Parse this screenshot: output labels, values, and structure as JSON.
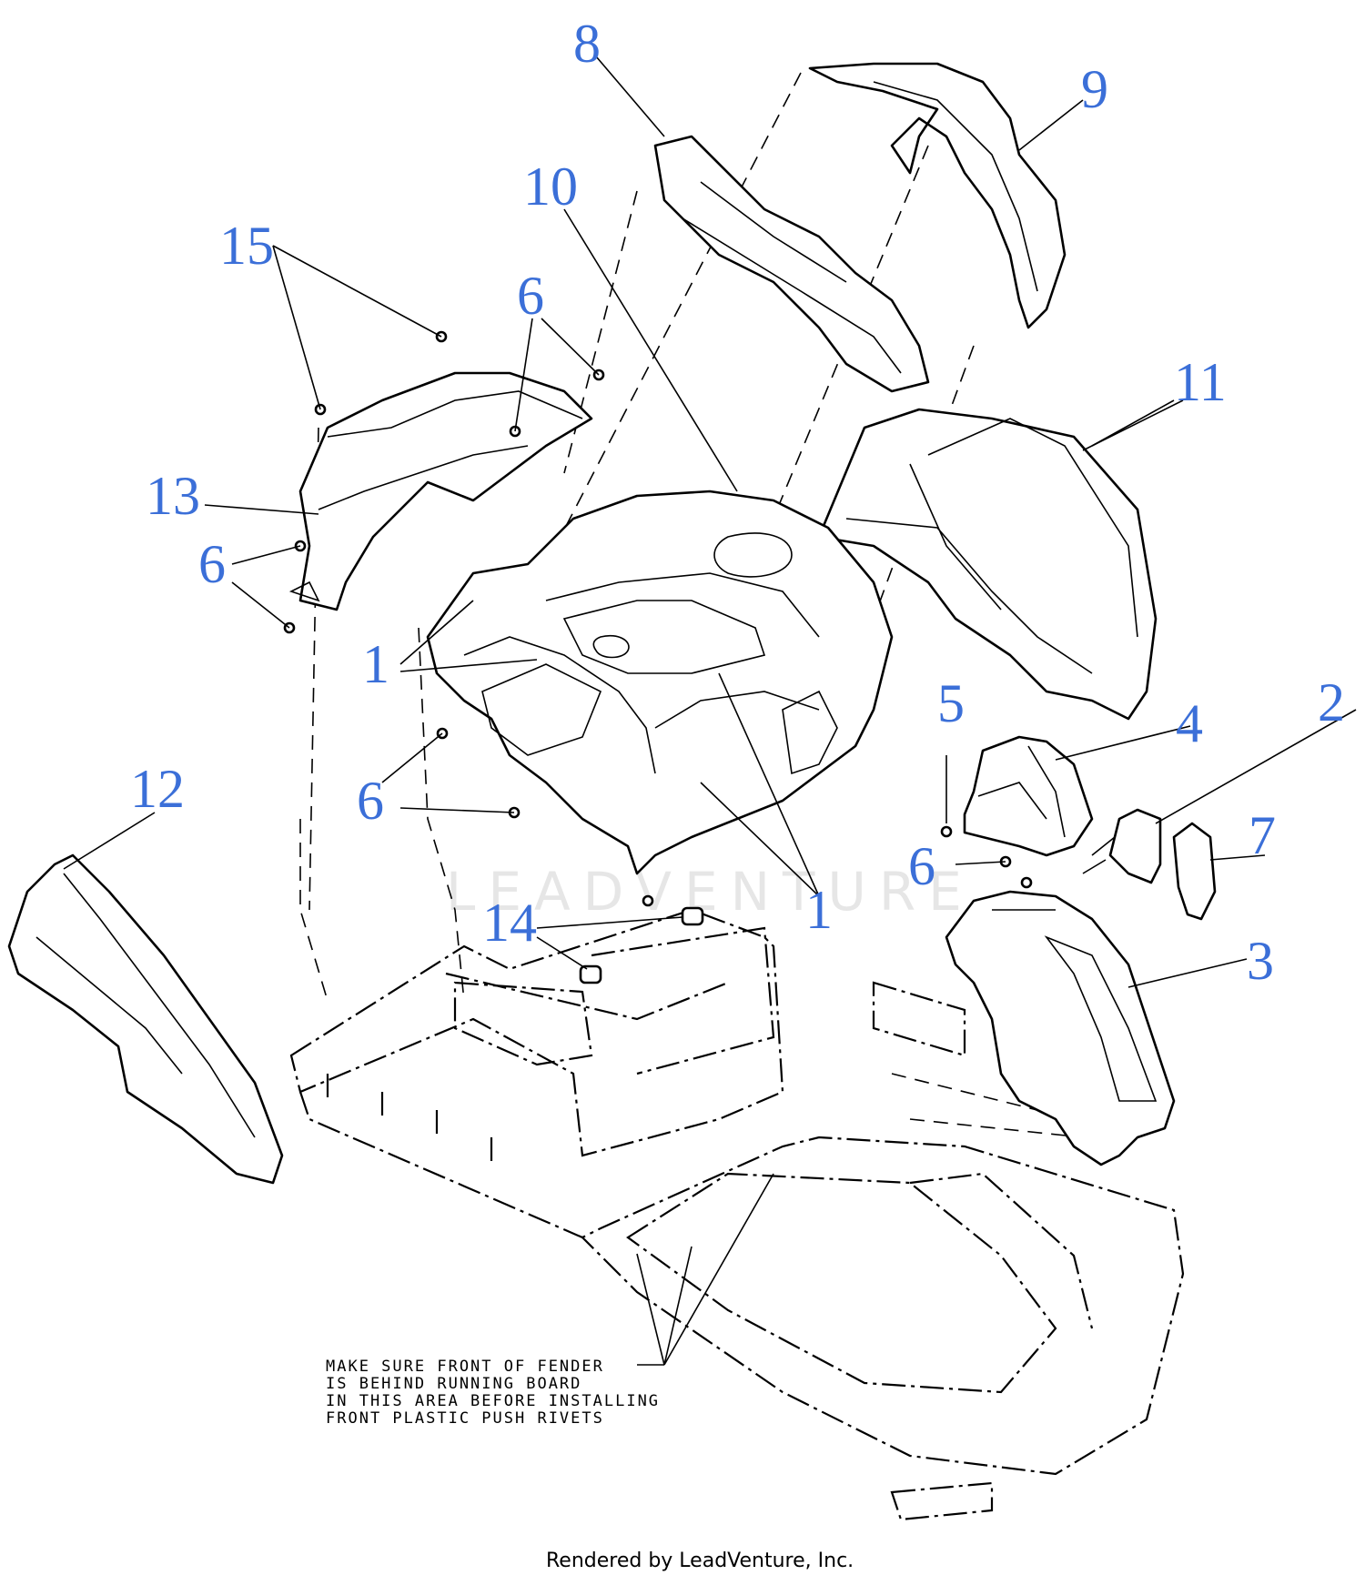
{
  "callouts": {
    "c1a": "1",
    "c1b": "1",
    "c2": "2",
    "c3": "3",
    "c4": "4",
    "c5": "5",
    "c6a": "6",
    "c6b": "6",
    "c6c": "6",
    "c6d": "6",
    "c7": "7",
    "c8": "8",
    "c9": "9",
    "c10": "10",
    "c11": "11",
    "c12": "12",
    "c13": "13",
    "c14": "14",
    "c15": "15"
  },
  "note": {
    "line1": "MAKE SURE FRONT OF FENDER",
    "line2": "IS BEHIND RUNNING BOARD",
    "line3": "IN THIS AREA BEFORE INSTALLING",
    "line4": "FRONT PLASTIC PUSH RIVETS"
  },
  "watermark": "LEADVENTURE",
  "footer": "Rendered by LeadVenture, Inc.",
  "colors": {
    "callout": "#3b6fd8",
    "line": "#000000",
    "watermark": "#e6e6e6"
  }
}
